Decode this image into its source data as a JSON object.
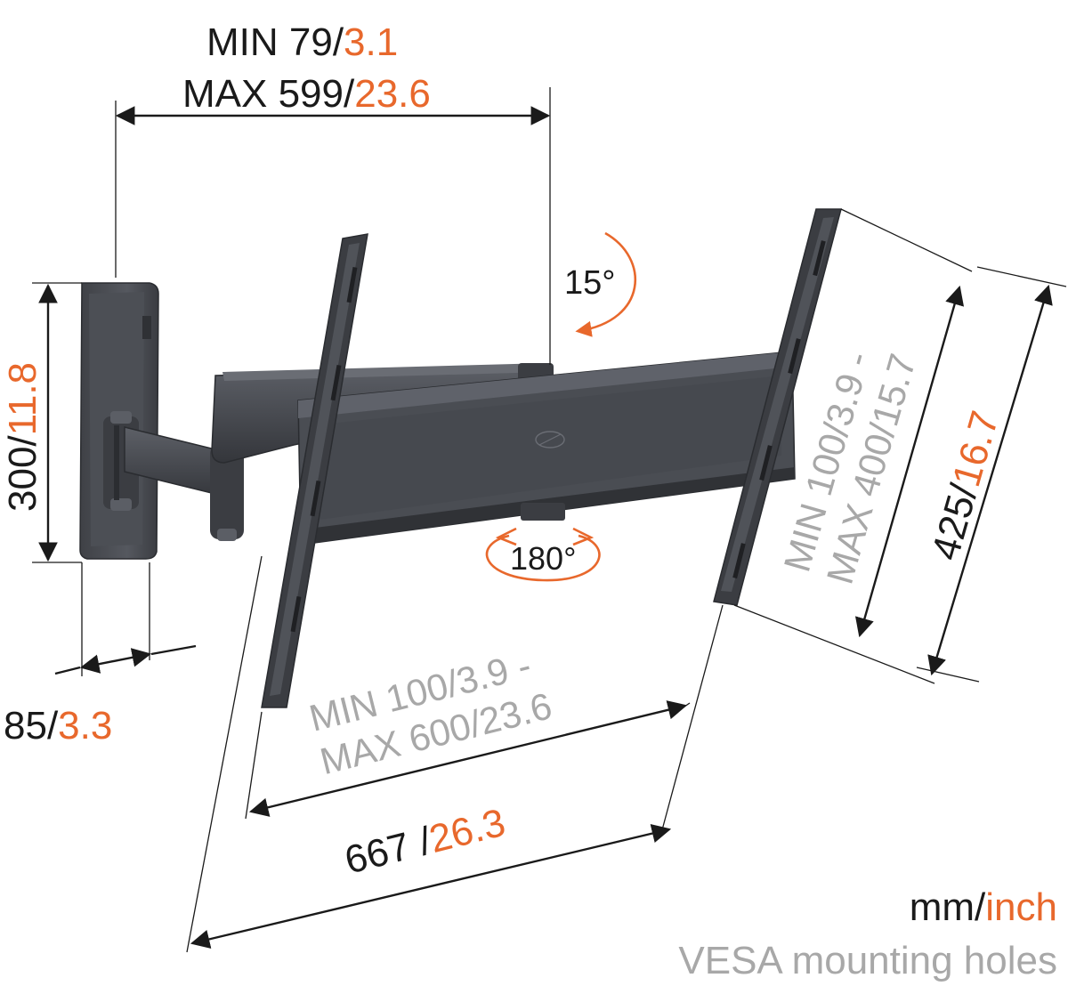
{
  "colors": {
    "text": "#1a1a1a",
    "inch": "#e8682c",
    "vesa": "#a8a8a8",
    "metal": "#4a4d53"
  },
  "top_span": {
    "min_mm": "MIN 79/",
    "min_inch": "3.1",
    "max_mm": "MAX 599/",
    "max_inch": "23.6"
  },
  "tilt": {
    "label": "15°"
  },
  "swivel": {
    "label": "180°"
  },
  "plate_height": {
    "mm": "300/",
    "inch": "11.8"
  },
  "wall_depth": {
    "mm": "85/",
    "inch": "3.3"
  },
  "vesa_vertical": {
    "line1_mm": "MIN 100/",
    "line1_inch": "3.9 -",
    "line2_mm": "MAX 400/",
    "line2_inch": "15.7"
  },
  "bracket_height": {
    "mm": "425/",
    "inch": "16.7"
  },
  "vesa_horizontal": {
    "line1_mm": "MIN 100/",
    "line1_inch": "3.9 -",
    "line2_mm": "MAX 600/",
    "line2_inch": "23.6"
  },
  "bracket_width": {
    "mm": "667 /",
    "inch": "26.3"
  },
  "legend": {
    "unit_mm": "mm/",
    "unit_inch": "inch",
    "vesa_note": "VESA mounting holes"
  }
}
